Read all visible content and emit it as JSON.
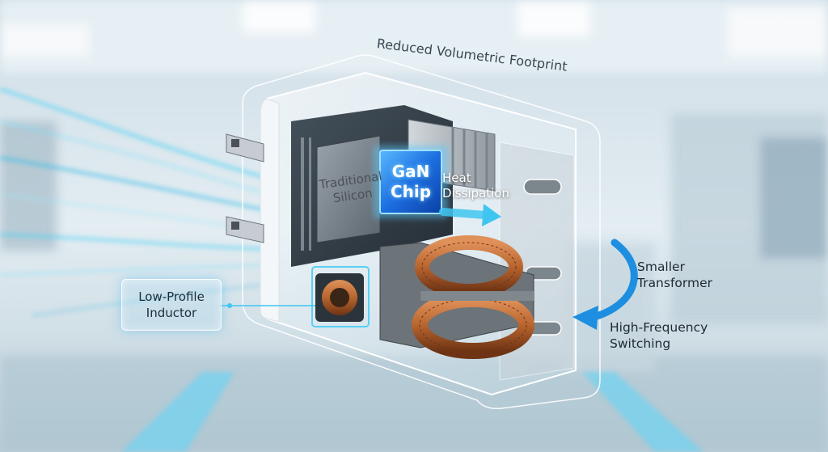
{
  "labels": {
    "footprint": "Reduced Volumetric Footprint",
    "silicon": "Traditional Silicon",
    "gan": "GaN Chip",
    "heat": "Heat Dissipation",
    "inductor": "Low-Profile Inductor",
    "transformer": "Smaller Transformer",
    "switching": "High-Frequency Switching"
  },
  "colors": {
    "accent_cyan": "#3fc6f0",
    "arrow_blue": "#1e8fe0",
    "gan_blue": "#1d6fe0",
    "copper": "#b8652f",
    "background": "#dfe9ef"
  }
}
